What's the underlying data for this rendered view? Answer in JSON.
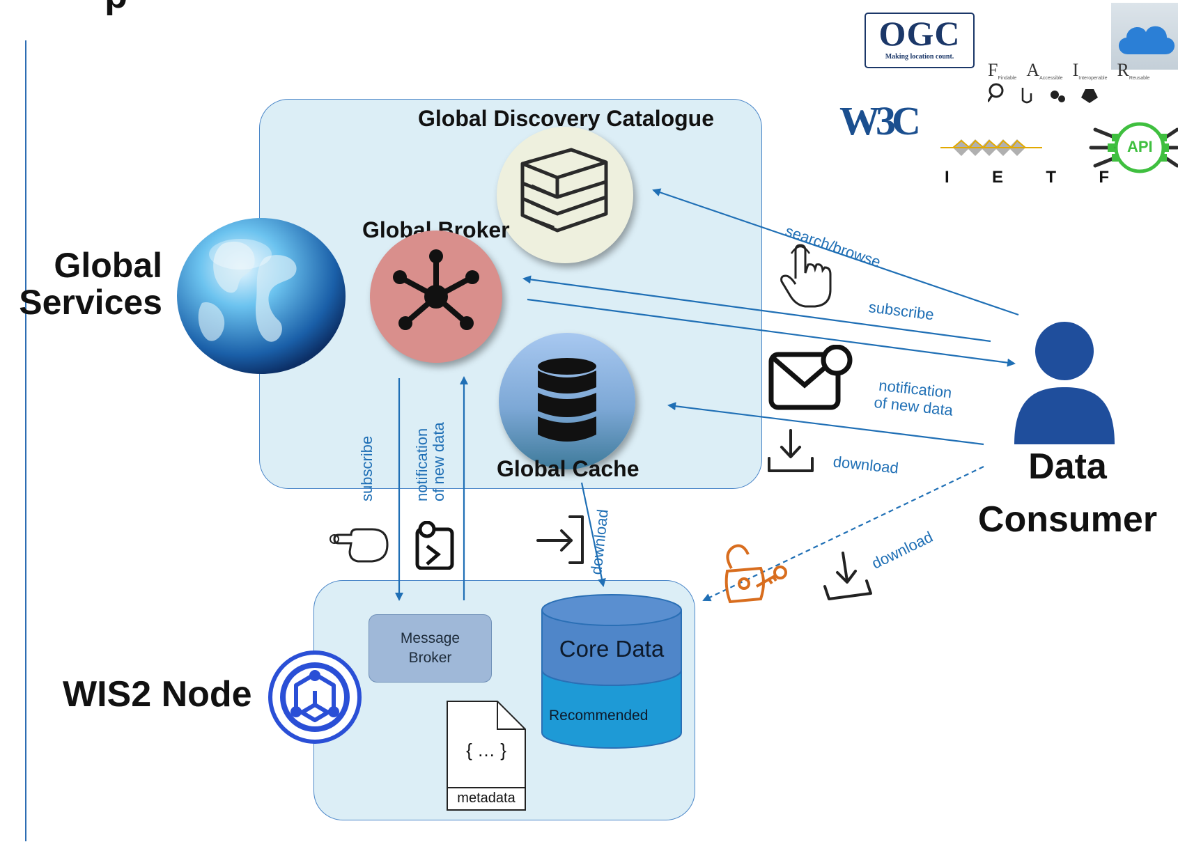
{
  "header": {
    "partial_title_glyph": "p"
  },
  "global_services": {
    "label_line1": "Global",
    "label_line2": "Services",
    "discovery_catalogue": "Global Discovery Catalogue",
    "broker": "Global Broker",
    "cache": "Global Cache"
  },
  "data_consumer": {
    "line1": "Data",
    "line2": "Consumer"
  },
  "wis2_node": {
    "label": "WIS2 Node",
    "message_broker_line1": "Message",
    "message_broker_line2": "Broker",
    "core_data": "Core Data",
    "recommended": "Recommended",
    "metadata_symbol": "{ … }",
    "metadata_label": "metadata"
  },
  "edges": {
    "search_browse": "search/browse",
    "subscribe": "subscribe",
    "notification_line1": "notification",
    "notification_line2": "of new data",
    "download": "download",
    "node_subscribe": "subscribe",
    "node_notification_line1": "notification",
    "node_notification_line2": "of new data",
    "cache_download": "download",
    "direct_download": "download"
  },
  "logos": {
    "ogc": "OGC",
    "ogc_tagline": "Making location count.",
    "w3c": "W3C",
    "ietf": "I  E  T  F",
    "fair_letters": [
      "F",
      "A",
      "I",
      "R"
    ],
    "fair_words": [
      "Findable",
      "Accessible",
      "Interoperable",
      "Reusable"
    ],
    "api": "API"
  },
  "colors": {
    "box_fill": "#dceef6",
    "box_border": "#4a86c8",
    "arrow": "#1f6fb5",
    "broker_circle": "#d98f8c",
    "catalogue_circle": "#eef0de",
    "cache_circle_top": "#a8c8f0",
    "core_data": "#4f86c9",
    "recommended": "#1e9ad6",
    "consumer": "#1f4e9c",
    "wis2_logo": "#2a4fd6",
    "lock": "#d86d1e"
  }
}
